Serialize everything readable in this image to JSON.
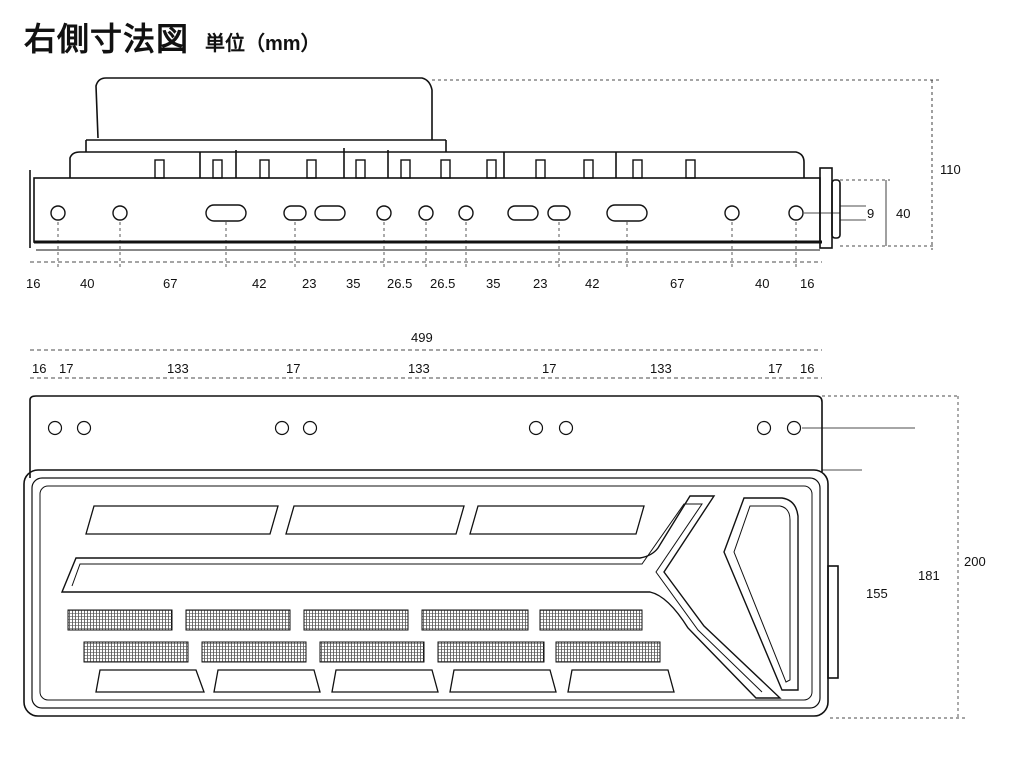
{
  "title": {
    "main": "右側寸法図",
    "unit": "単位（mm）"
  },
  "top_view": {
    "bottom_dimensions": [
      "16",
      "40",
      "67",
      "42",
      "23",
      "35",
      "26.5",
      "26.5",
      "35",
      "23",
      "42",
      "67",
      "40",
      "16"
    ],
    "side_dimensions": {
      "height_total": "110",
      "hole_gap": "9",
      "bracket": "40"
    }
  },
  "front_view": {
    "overall_width": "499",
    "top_dimensions": [
      "16",
      "17",
      "133",
      "17",
      "133",
      "17",
      "133",
      "17",
      "16"
    ],
    "height_dimensions": {
      "inner": "155",
      "lens": "181",
      "overall": "200"
    }
  }
}
